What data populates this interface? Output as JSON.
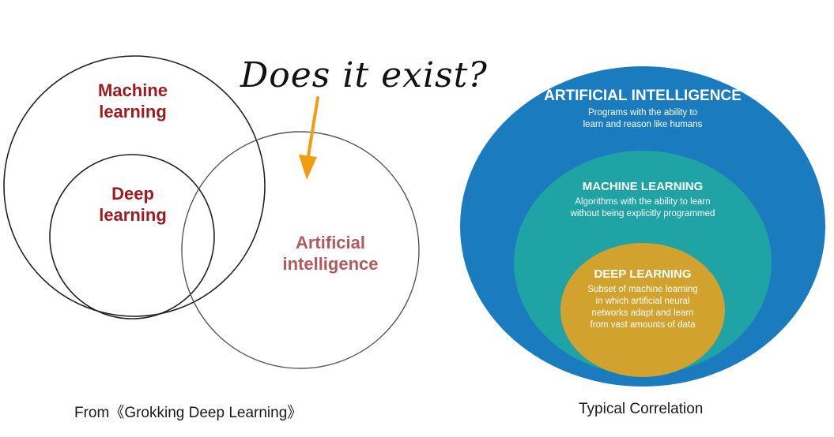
{
  "left_diagram": {
    "machine_learning": [
      "Machine",
      "learning"
    ],
    "deep_learning": [
      "Deep",
      "learning"
    ],
    "artificial_intelligence": [
      "Artificial",
      "intelligence"
    ],
    "annotation": "Does it exist?",
    "caption": "From《Grokking Deep Learning》"
  },
  "right_diagram": {
    "ai": {
      "title": "ARTIFICIAL INTELLIGENCE",
      "desc": [
        "Programs with the ability to",
        "learn and reason like humans"
      ]
    },
    "ml": {
      "title": "MACHINE LEARNING",
      "desc": [
        "Algorithms with the ability to learn",
        "without being explicitly programmed"
      ]
    },
    "dl": {
      "title": "DEEP LEARNING",
      "desc": [
        "Subset of machine learning",
        "in which artificial neural",
        "networks adapt and learn",
        "from vast amounts of data"
      ]
    },
    "caption": "Typical Correlation"
  },
  "colors": {
    "venn_label": "#9b1b1f",
    "ai_label": "#b05a5e",
    "arrow": "#f29d0e",
    "ai_fill": "#1a7cbf",
    "ml_fill": "#1fa3a4",
    "dl_fill": "#d1a22e"
  }
}
